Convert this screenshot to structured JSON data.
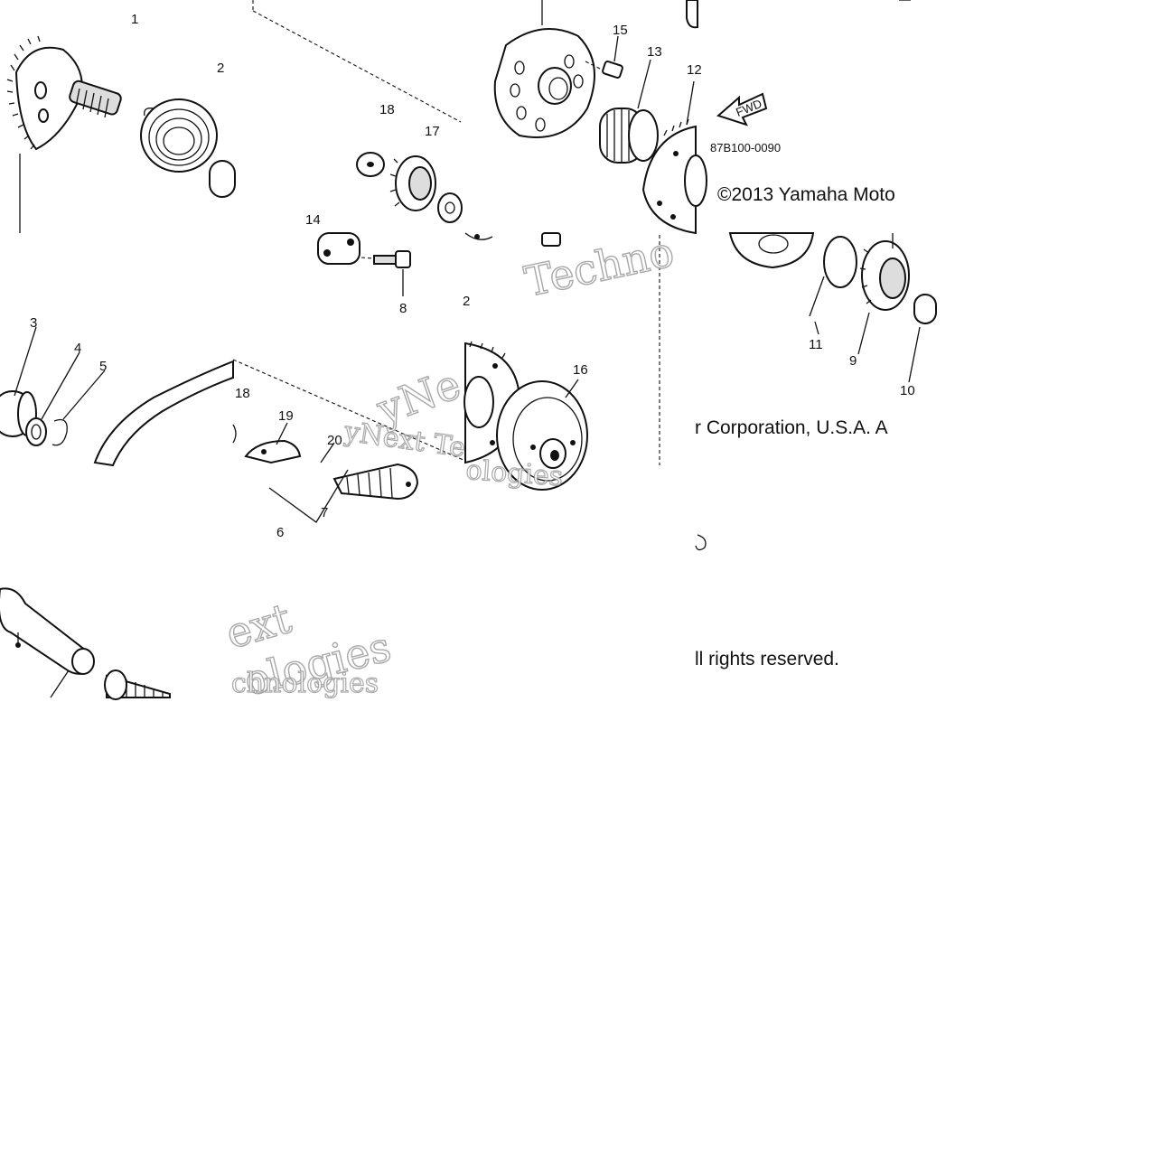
{
  "diagram": {
    "part_code": "87B100-0090",
    "direction_badge": "FWD",
    "copyright_line_1": "©2013 Yamaha Moto",
    "copyright_line_2": "r Corporation, U.S.A. A",
    "copyright_line_3": "ll rights reserved.",
    "callouts": {
      "c1": "1",
      "c2": "2",
      "c3": "3",
      "c4": "4",
      "c5": "5",
      "c6": "6",
      "c7": "7",
      "c8": "8",
      "c9": "9",
      "c10": "10",
      "c11": "11",
      "c12": "12",
      "c12b": "2",
      "c13": "13",
      "c14": "14",
      "c15": "15",
      "c16": "16",
      "c17": "17",
      "c18": "18",
      "c18b": "18",
      "c19": "19",
      "c20": "20"
    },
    "watermarks": {
      "w1": "Techno",
      "w2": "yNext Te",
      "w3": "yNe",
      "w4": "ologies",
      "w5": "ext",
      "w6": "ologies",
      "w7": "chnologies"
    }
  }
}
